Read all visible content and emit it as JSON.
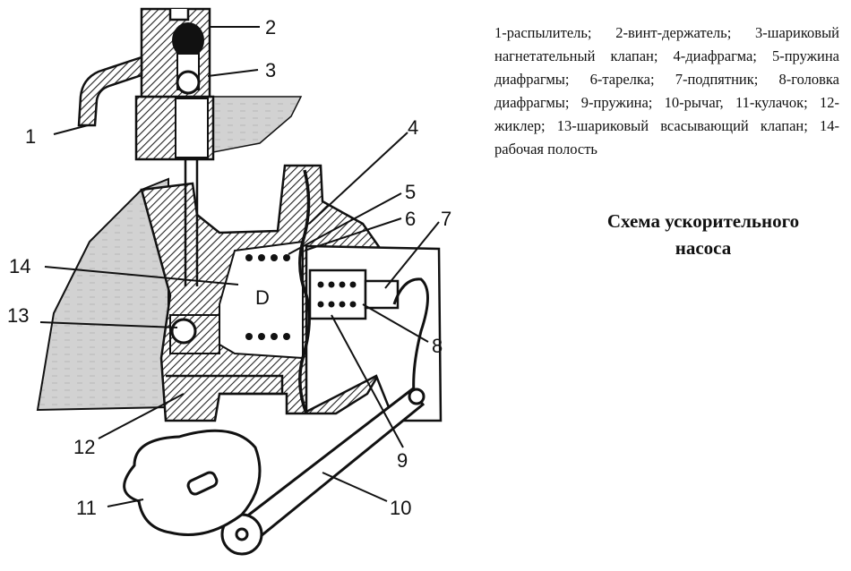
{
  "legend": {
    "text": "1-распылитель; 2-винт-держатель; 3-шариковый нагнетательный клапан; 4-диафрагма; 5-пружина диафрагмы; 6-тарелка; 7-подпятник; 8-головка диафрагмы; 9-пружина; 10-рычаг, 11-кулачок; 12-жиклер; 13-шариковый всасывающий клапан; 14-рабочая полость"
  },
  "caption": {
    "line1": "Схема ускорительного",
    "line2": "насоса"
  },
  "callouts": {
    "n1": "1",
    "n2": "2",
    "n3": "3",
    "n4": "4",
    "n5": "5",
    "n6": "6",
    "n7": "7",
    "n8": "8",
    "n9": "9",
    "n10": "10",
    "n11": "11",
    "n12": "12",
    "n13": "13",
    "n14": "14"
  },
  "colors": {
    "ink": "#111111",
    "hatch": "#222222",
    "fuel": "#cfcfcf"
  }
}
